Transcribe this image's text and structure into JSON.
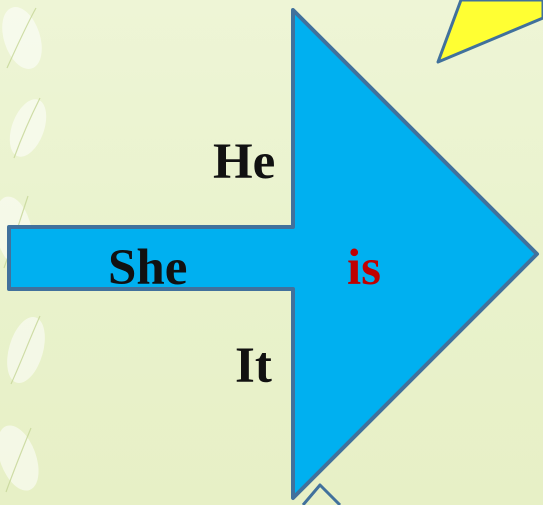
{
  "slide": {
    "words": {
      "he": "He",
      "she": "She",
      "it": "It",
      "is": "is"
    }
  },
  "colors": {
    "background": "#ecf4d2",
    "arrow_fill": "#00b0f0",
    "arrow_stroke": "#41719c",
    "callout_fill": "#ffff33",
    "verb_text": "#c00000",
    "pronoun_text": "#111111"
  }
}
